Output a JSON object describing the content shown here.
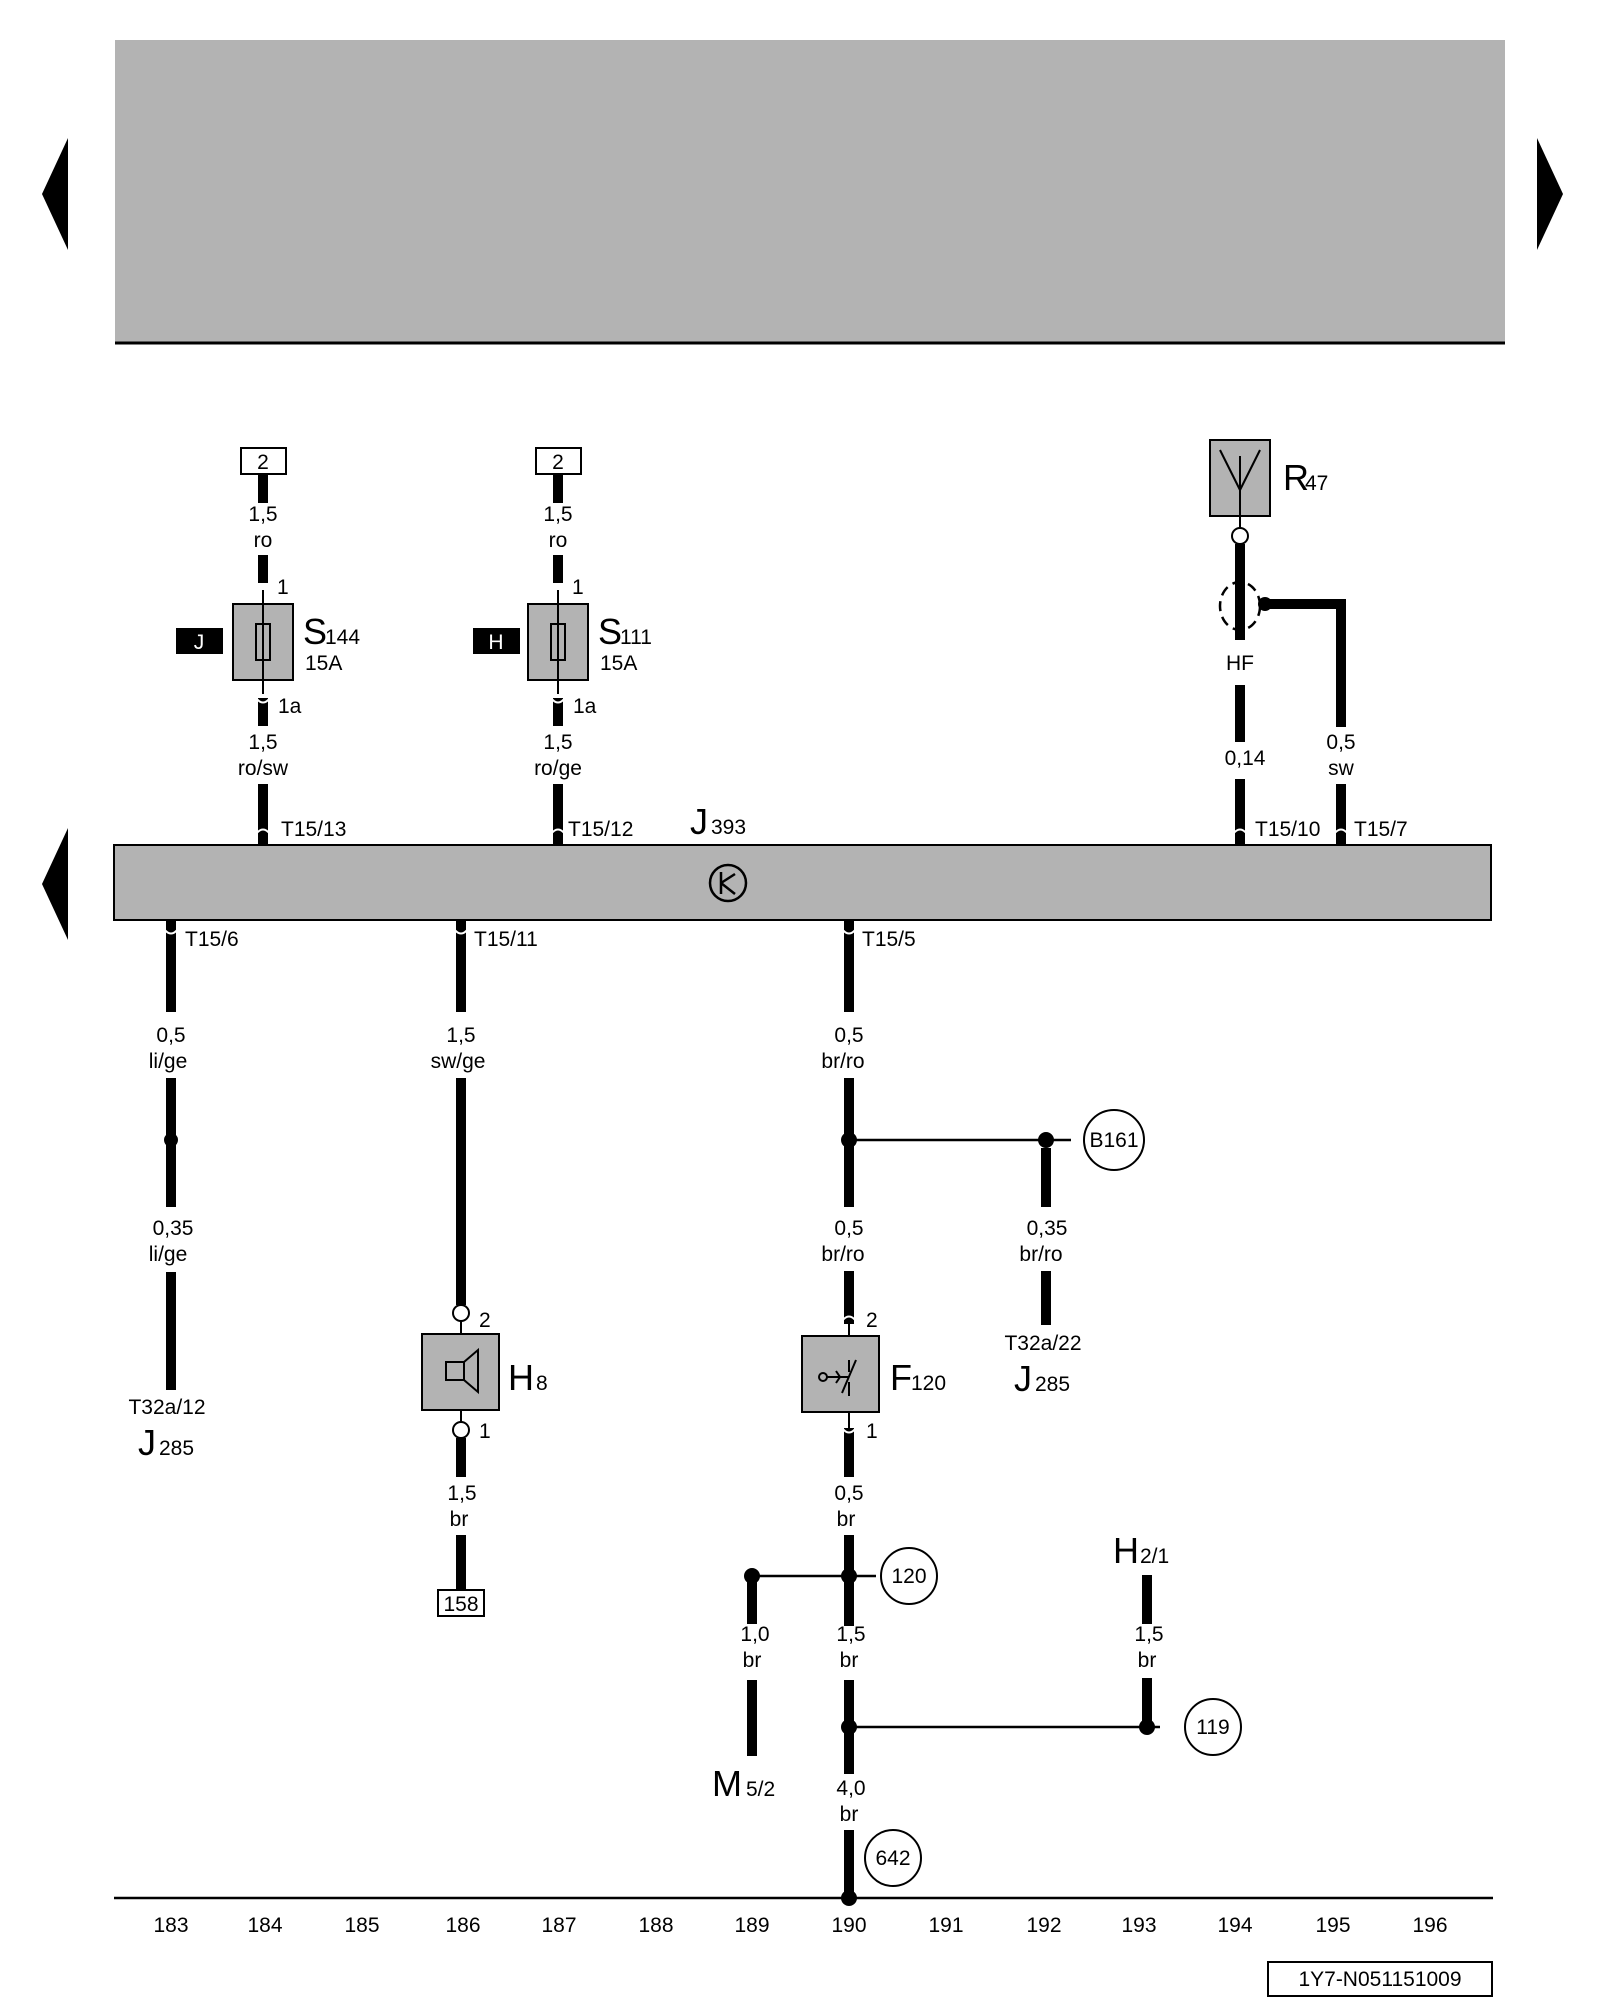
{
  "diagram_id": "1Y7-N051151009",
  "control_unit": {
    "letter": "J",
    "number": "393"
  },
  "top_pins": [
    "T15/13",
    "T15/12",
    "T15/10",
    "T15/7"
  ],
  "bottom_pins": [
    "T15/6",
    "T15/11",
    "T15/5"
  ],
  "fuses": [
    {
      "letter": "S",
      "number": "144",
      "rating": "15A",
      "tag": "J",
      "ref": "2",
      "pin_in": "1",
      "pin_out": "1a",
      "wire_in_size": "1,5",
      "wire_in_color": "ro",
      "wire_out_size": "1,5",
      "wire_out_color": "ro/sw"
    },
    {
      "letter": "S",
      "number": "111",
      "rating": "15A",
      "tag": "H",
      "ref": "2",
      "pin_in": "1",
      "pin_out": "1a",
      "wire_in_size": "1,5",
      "wire_in_color": "ro",
      "wire_out_size": "1,5",
      "wire_out_color": "ro/ge"
    }
  ],
  "antenna": {
    "letter": "R",
    "number": "47",
    "shield_label": "HF",
    "wire1_size": "0,14",
    "wire2_size": "0,5",
    "wire2_color": "sw"
  },
  "branch_li": {
    "w1_size": "0,5",
    "w1_color": "li/ge",
    "w2_size": "0,35",
    "w2_color": "li/ge",
    "connector": "T32a/12",
    "unit_letter": "J",
    "unit_number": "285"
  },
  "horn": {
    "letter": "H",
    "number": "8",
    "pin_top": "2",
    "pin_bottom": "1",
    "w1_size": "1,5",
    "w1_color": "sw/ge",
    "w2_size": "1,5",
    "w2_color": "br",
    "ref": "158"
  },
  "switch": {
    "letter": "F",
    "number": "120",
    "pin_top": "2",
    "pin_bottom": "1",
    "w1_size": "0,5",
    "w1_color": "br/ro",
    "w2_size": "0,5",
    "w2_color": "br/ro",
    "w3_size": "0,5",
    "w3_color": "br"
  },
  "junction_b161": {
    "ref": "B161",
    "w_size": "0,35",
    "w_color": "br/ro",
    "connector": "T32a/22",
    "unit_letter": "J",
    "unit_number": "285"
  },
  "ground": {
    "ref_120": "120",
    "ref_119": "119",
    "ref_642": "642",
    "m_wire_size": "1,0",
    "m_wire_color": "br",
    "m_letter": "M",
    "m_number": "5/2",
    "main1_size": "1,5",
    "main1_color": "br",
    "main2_size": "4,0",
    "main2_color": "br",
    "h_letter": "H",
    "h_number": "2/1",
    "h_wire_size": "1,5",
    "h_wire_color": "br"
  },
  "scale": [
    "183",
    "184",
    "185",
    "186",
    "187",
    "188",
    "189",
    "190",
    "191",
    "192",
    "193",
    "194",
    "195",
    "196"
  ]
}
